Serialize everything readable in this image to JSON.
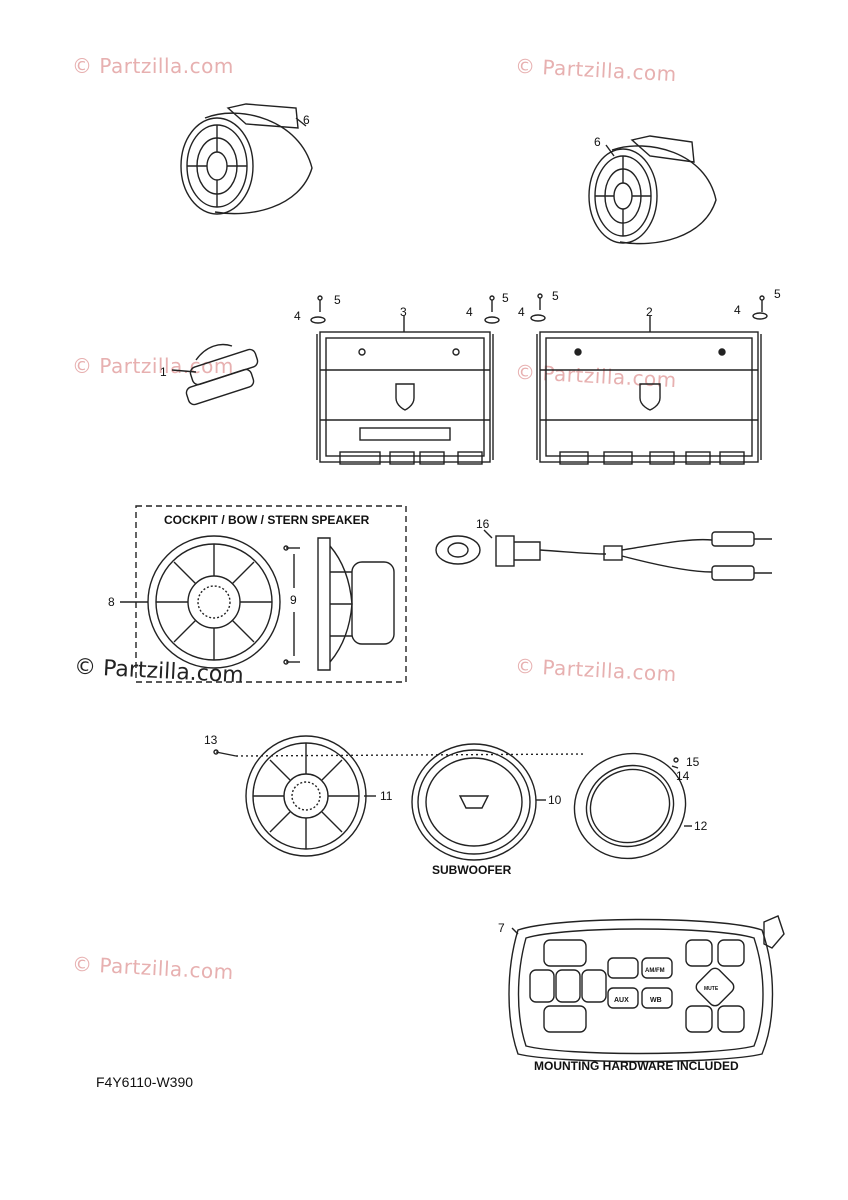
{
  "watermark": {
    "text": "© Partzilla.com",
    "big_text": "© Partzilla.com"
  },
  "captions": {
    "speaker_box": "COCKPIT / BOW / STERN SPEAKER",
    "subwoofer": "SUBWOOFER",
    "remote": "MOUNTING HARDWARE INCLUDED"
  },
  "diagram_code": "F4Y6110-W390",
  "callouts": [
    "1",
    "2",
    "3",
    "4",
    "5",
    "6",
    "7",
    "8",
    "9",
    "10",
    "11",
    "12",
    "13",
    "14",
    "15",
    "16"
  ],
  "remote_buttons": {
    "aux": "AUX",
    "wb": "WB",
    "mute": "MUTE",
    "am_fm": "AM/FM"
  },
  "colors": {
    "line": "#222222",
    "watermark": "#e7b0b0",
    "bg": "#ffffff"
  }
}
